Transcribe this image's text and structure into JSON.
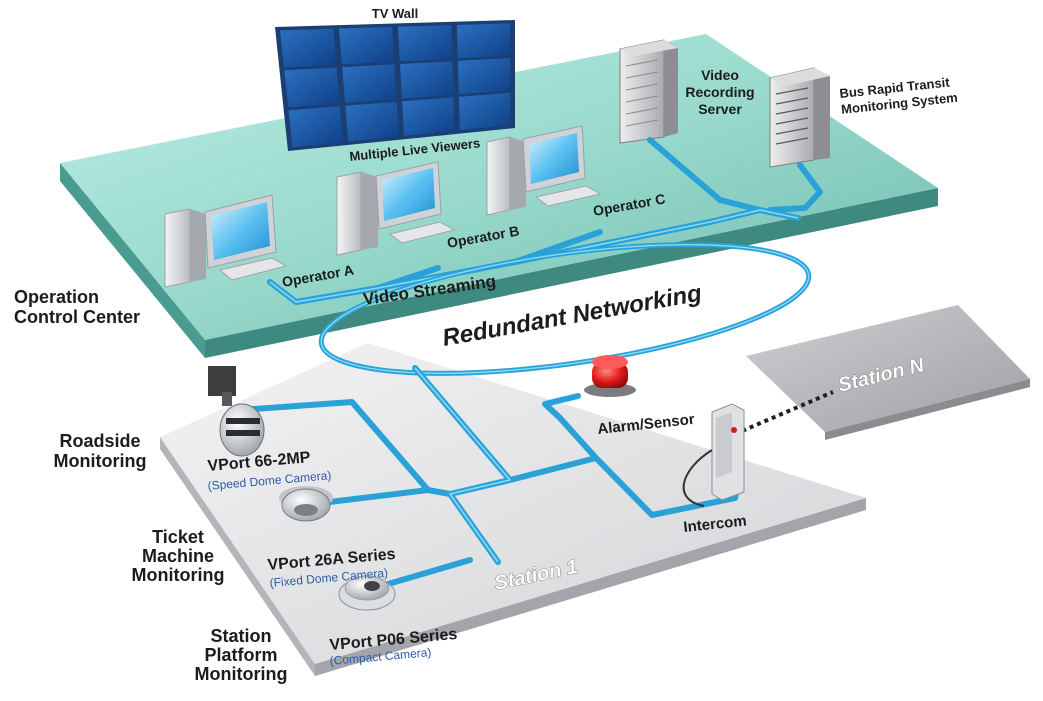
{
  "zones": {
    "control_center": "Operation\nControl Center",
    "roadside": "Roadside\nMonitoring",
    "ticket": "Ticket\nMachine\nMonitoring",
    "platform": "Station\nPlatform\nMonitoring"
  },
  "devices": {
    "tv_wall": "TV Wall",
    "live_viewers": "Multiple Live Viewers",
    "recording_server": "Video\nRecording\nServer",
    "brt_system": "Bus Rapid Transit\nMonitoring System",
    "operator_a": "Operator A",
    "operator_b": "Operator B",
    "operator_c": "Operator C",
    "alarm": "Alarm/Sensor",
    "intercom": "Intercom"
  },
  "cameras": [
    {
      "model": "VPort 66-2MP",
      "type": "(Speed Dome Camera)"
    },
    {
      "model": "VPort 26A Series",
      "type": "(Fixed Dome Camera)"
    },
    {
      "model": "VPort P06 Series",
      "type": "(Compact Camera)"
    }
  ],
  "network": {
    "streaming": "Video Streaming",
    "redundant": "Redundant Networking"
  },
  "stations": {
    "station_1": "Station 1",
    "station_n": "Station N"
  },
  "colors": {
    "cable": "#2aa2d8",
    "floor_top": "#8fd6c7",
    "floor_station": "#e4e4e6",
    "camera_subtitle": "#2d5aa8",
    "alarm": "#e01818"
  }
}
